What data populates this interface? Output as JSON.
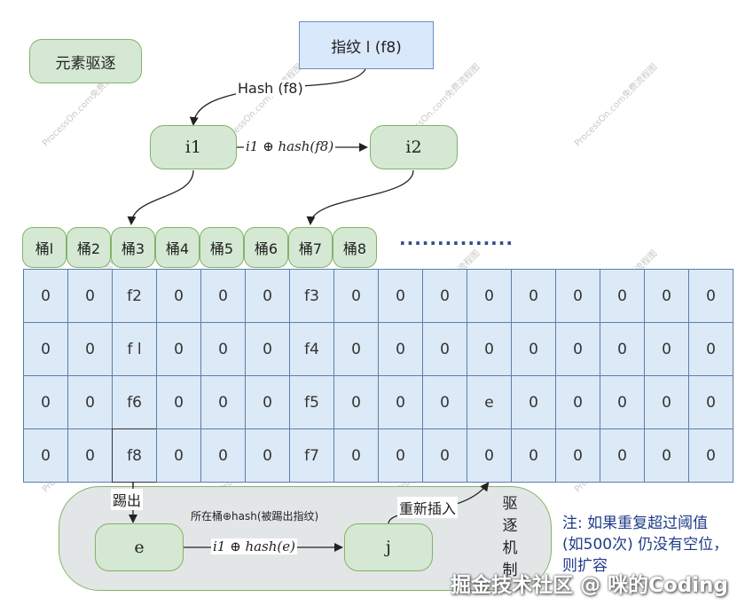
{
  "title_box": "元素驱逐",
  "fingerprint_box": "指纹 l (f8)",
  "hash_label": "Hash (f8)",
  "node_i1": "i1",
  "node_i2": "i2",
  "edge_i1_i2": "i1 ⊕ hash(f8)",
  "buckets": [
    "桶l",
    "桶2",
    "桶3",
    "桶4",
    "桶5",
    "桶6",
    "桶7",
    "桶8"
  ],
  "ellipsis": "···············",
  "table": [
    [
      "0",
      "0",
      "f2",
      "0",
      "0",
      "0",
      "f3",
      "0",
      "0",
      "0",
      "0",
      "0",
      "0",
      "0",
      "0",
      "0"
    ],
    [
      "0",
      "0",
      "f l",
      "0",
      "0",
      "0",
      "f4",
      "0",
      "0",
      "0",
      "0",
      "0",
      "0",
      "0",
      "0",
      "0"
    ],
    [
      "0",
      "0",
      "f6",
      "0",
      "0",
      "0",
      "f5",
      "0",
      "0",
      "0",
      "e",
      "0",
      "0",
      "0",
      "0",
      "0"
    ],
    [
      "0",
      "0",
      "f8",
      "0",
      "0",
      "0",
      "f7",
      "0",
      "0",
      "0",
      "0",
      "0",
      "0",
      "0",
      "0",
      "0"
    ]
  ],
  "kick_label": "踢出",
  "node_e": "e",
  "node_j": "j",
  "edge_e_j_top": "所在桶⊕hash(被踢出指纹)",
  "edge_e_j": "i1 ⊕ hash(e)",
  "reinsert_label": "重新插入",
  "eviction_vertical": [
    "驱",
    "逐",
    "机",
    "制"
  ],
  "note": "注: 如果重复超过阈值 (如500次) 仍没有空位，则扩容",
  "footer_watermark": "掘金技术社区 @ 咪的Coding",
  "watermark_text": "ProcessOn.com免费流程图"
}
